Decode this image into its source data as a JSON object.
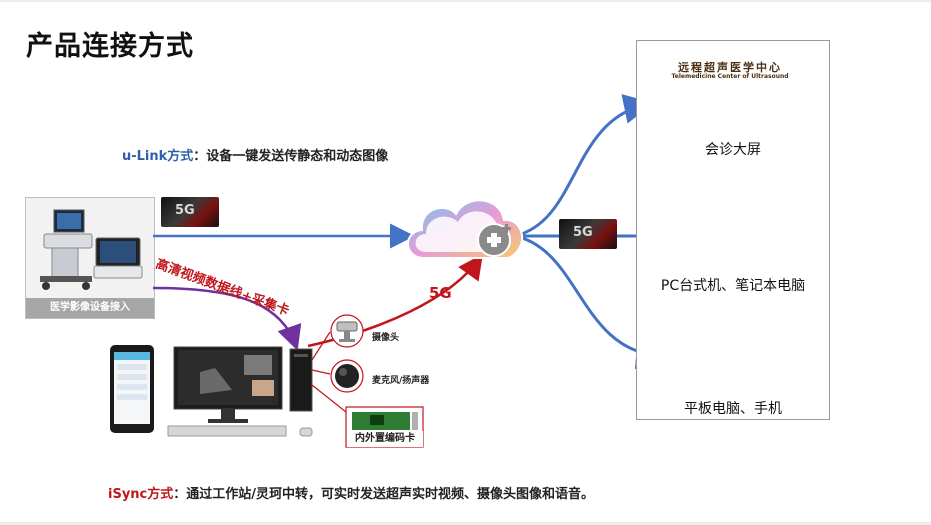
{
  "title": "产品连接方式",
  "ulink": {
    "name": "u-Link方式",
    "desc": "：设备一键发送传静态和动态图像"
  },
  "isync": {
    "name": "iSync方式",
    "desc": "：通过工作站/灵珂中转，可实时发送超声实时视频、摄像头图像和语音。"
  },
  "source_device": {
    "caption": "医学影像设备接入"
  },
  "badge_5g": "5G",
  "link_5g": "5G",
  "hdmi_label": "高清视频数据线+采集卡",
  "peripherals": {
    "camera": "摄像头",
    "mic_speaker": "麦克风/扬声器",
    "capture_card": "内外置编码卡"
  },
  "targets": {
    "screen_sign_cn": "远程超声医学中心",
    "screen_sign_en": "Telemedicine Center of Ultrasound",
    "big_screen": "会诊大屏",
    "pc": "PC台式机、笔记本电脑",
    "tablet": "平板电脑、手机"
  },
  "colors": {
    "blue_arrow": "#4472c4",
    "purple_arrow": "#7030a0",
    "red_arrow": "#c0161c",
    "accent": "#2f5fa8"
  }
}
